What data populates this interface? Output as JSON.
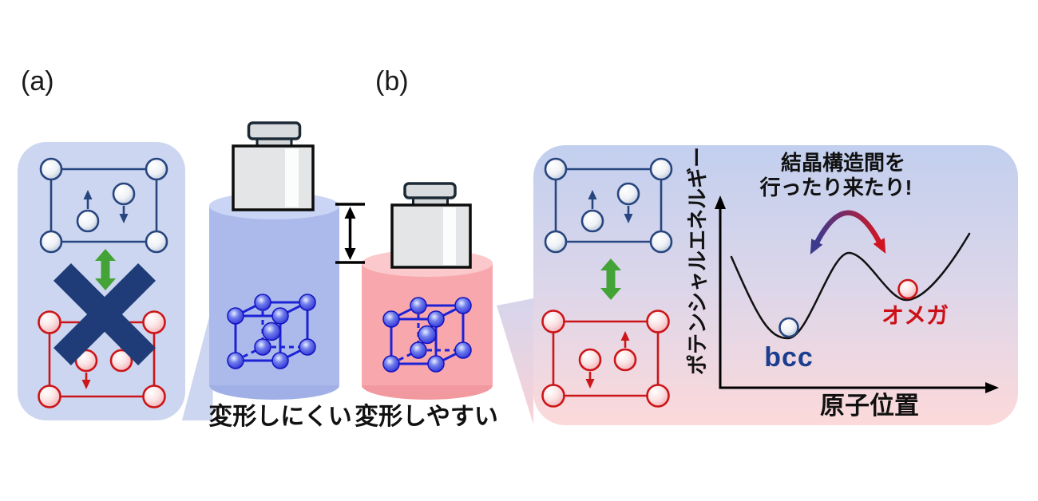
{
  "panel_a": {
    "label": "(a)",
    "cylinder_caption": "変形しにくい"
  },
  "panel_b": {
    "label": "(b)",
    "cylinder_caption": "変形しやすい"
  },
  "energy_diagram": {
    "y_axis_label": "ポテンシャルエネルギー",
    "x_axis_label": "原子位置",
    "annotation_line1": "結晶構造間を",
    "annotation_line2": "行ったり来たり!",
    "left_well_label": "bcc",
    "right_well_label": "オメガ",
    "curve_shape": "double well, left well (bcc) deeper than right well (omega), hump between wells"
  },
  "colors": {
    "panel_a_bg": "#ccd6f0",
    "panel_b_gradient_top": "#c2cfee",
    "panel_b_gradient_bottom": "#fcd9da",
    "cylinder_hard_body": "#abbaeb",
    "cylinder_hard_top": "#cad5f5",
    "cylinder_soft_body": "#f8a8ad",
    "cylinder_soft_top": "#fbc9cc",
    "green_arrow": "#44a336",
    "cross": "#1f3c78",
    "crystal_blue_outline": "#27457f",
    "crystal_red_outline": "#cc1518",
    "bcc_cube_blue": "#1c22d6",
    "bcc_label": "#1c3e8e",
    "omega_label": "#cc1016",
    "arc_arrow_left": "#3b3a8c",
    "arc_arrow_right": "#d01726"
  }
}
